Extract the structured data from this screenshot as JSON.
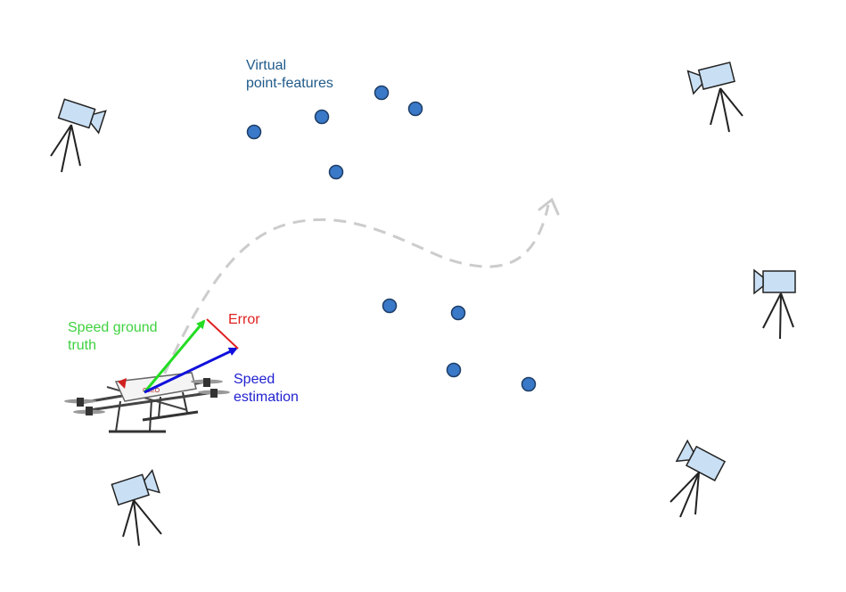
{
  "labels": {
    "features": [
      "Virtual",
      "point-features"
    ],
    "ground_truth": [
      "Speed ground",
      "truth"
    ],
    "error": "Error",
    "estimation": [
      "Speed",
      "estimation"
    ]
  },
  "colors": {
    "feature_fill": "#3a78c8",
    "feature_stroke": "#1e3e66",
    "camera_fill": "#c9dff4",
    "ground_truth_arrow": "#22dd22",
    "estimation_arrow": "#1010dd",
    "error_line": "#e02020",
    "trajectory": "#cccccc",
    "features_text": "#1f5a8a"
  },
  "icons": [
    "camera-icon",
    "tripod-icon",
    "drone-icon",
    "point-feature-marker",
    "trajectory-arrow"
  ]
}
